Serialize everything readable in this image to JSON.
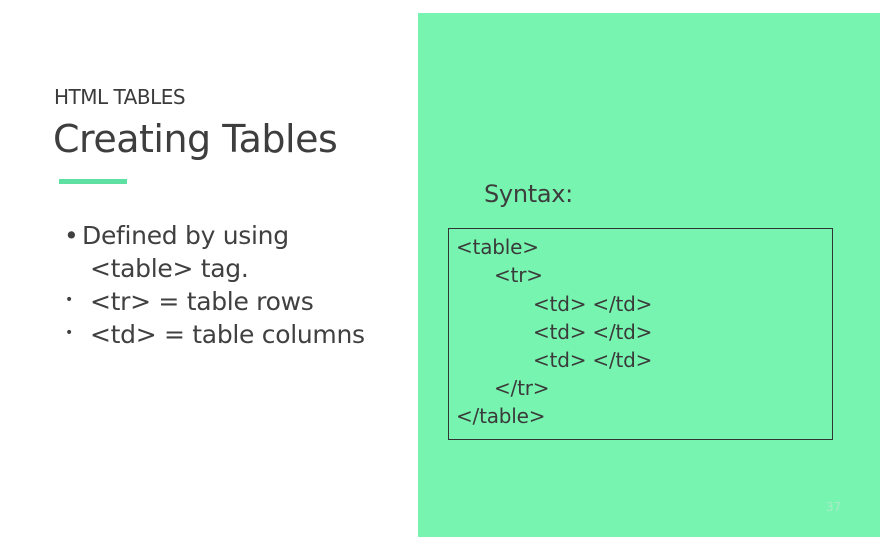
{
  "slide": {
    "section_label": "HTML TABLES",
    "title": "Creating Tables",
    "bullets": [
      {
        "marker": "•",
        "lines": [
          "Defined by using",
          "<table> tag."
        ]
      },
      {
        "marker": "•",
        "lines": [
          "<tr> = table rows"
        ]
      },
      {
        "marker": "•",
        "lines": [
          "<td> = table columns"
        ]
      }
    ],
    "panel": {
      "syntax_label": "Syntax:",
      "code_lines": [
        "<table>",
        "<tr>",
        "<td> </td>",
        "<td> </td>",
        "<td> </td>",
        "</tr>",
        "</table>"
      ]
    },
    "page_number": "37"
  },
  "colors": {
    "panel_background": "#77f5b0",
    "accent_bar": "#5ee0a2",
    "text": "#404040"
  }
}
